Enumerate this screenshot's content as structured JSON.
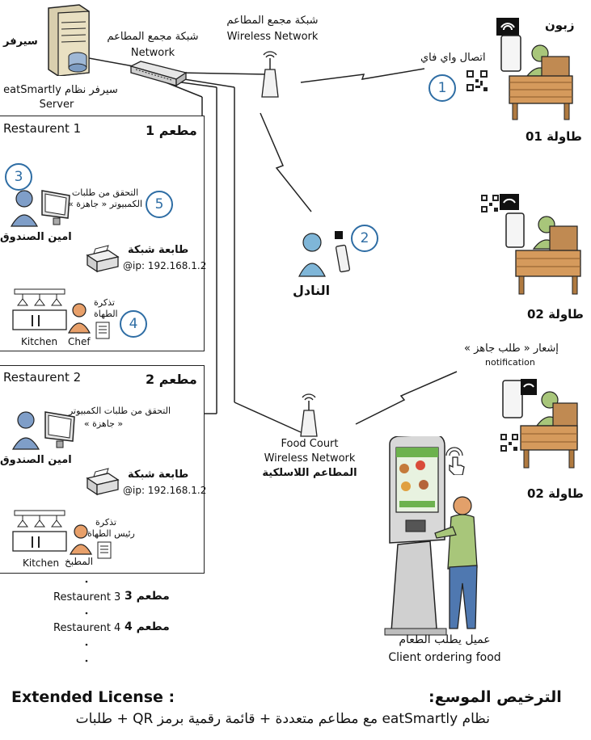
{
  "server": {
    "label_ar": "سيرفر",
    "caption_ar": "سيرفر نظام eatSmartly",
    "caption_en": "Server"
  },
  "network": {
    "label_ar": "شبكة مجمع المطاعم",
    "label_en": "Network"
  },
  "wireless_top": {
    "label_ar": "شبكة مجمع المطاعم",
    "label_en": "Wireless Network"
  },
  "customer": {
    "label_ar": "زبون",
    "wifi_ar": "اتصال واي فاي",
    "step": "1"
  },
  "tables": {
    "t1": "طاولة 01",
    "t2": "طاولة 02",
    "t3": "طاولة 02"
  },
  "waiter": {
    "label_ar": "النادل",
    "step": "2"
  },
  "notification": {
    "label_ar": "إشعار « طلب جاهز »",
    "label_en": "notification"
  },
  "restaurant1": {
    "title_en": "Restaurent 1",
    "title_ar": "مطعم 1",
    "step_cashier": "3",
    "cashier_ar": "امين الصندوق",
    "check_ar_1": "التحقق من طلبات",
    "check_ar_2": "الكمبيوتر « جاهزة »",
    "step_check": "5",
    "printer_ar": "طابعة شبكة",
    "printer_ip": "@ip: 192.168.1.2",
    "ticket_ar_1": "تذكرة",
    "ticket_ar_2": "الطهاة",
    "step_ticket": "4",
    "kitchen": "Kitchen",
    "chef": "Chef"
  },
  "restaurant2": {
    "title_en": "Restaurent 2",
    "title_ar": "مطعم 2",
    "check_ar_1": "التحقق من طلبات الكمبيوتر",
    "check_ar_2": "« جاهزة »",
    "cashier_ar": "امين الصندوق",
    "printer_ar": "طابعة شبكة",
    "printer_ip": "@ip: 192.168.1.2",
    "ticket_ar_1": "تذكرة",
    "ticket_ar_2": "رئيس الطهاة",
    "kitchen": "Kitchen",
    "kitchen_ar": "المطبخ"
  },
  "more": {
    "r3_en": "Restaurent 3",
    "r3_ar": "مطعم 3",
    "r4_en": "Restaurent 4",
    "r4_ar": "مطعم 4"
  },
  "wireless_bottom": {
    "l1": "Food Court",
    "l2": "Wireless Network",
    "l3": "المطاعم اللاسلكية"
  },
  "client": {
    "label_ar": "عميل يطلب الطعام",
    "label_en": "Client ordering food"
  },
  "license": {
    "title_en": "Extended License :",
    "title_ar": "الترخيص الموسع:",
    "desc_ar": "نظام eatSmartly مع مطاعم متعددة + قائمة رقمية برمز QR + طلبات"
  }
}
